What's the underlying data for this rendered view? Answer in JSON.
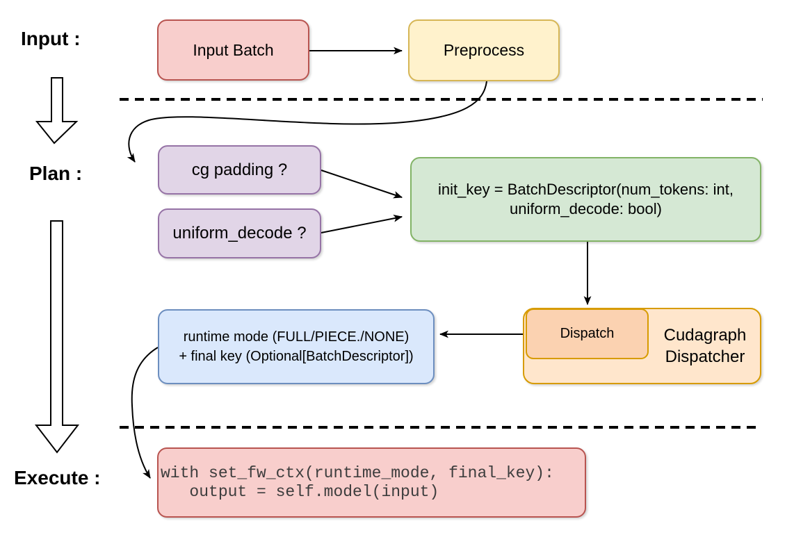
{
  "diagram": {
    "background": "#FFFFFF",
    "connector_color": "#000000",
    "sections": [
      {
        "id": "input",
        "label": "Input :"
      },
      {
        "id": "plan",
        "label": "Plan :"
      },
      {
        "id": "execute",
        "label": "Execute :"
      }
    ],
    "nodes": {
      "input_batch": {
        "label": "Input Batch",
        "fill": "#F8CECC",
        "stroke": "#B85450"
      },
      "preprocess": {
        "label": "Preprocess",
        "fill": "#FFF2CC",
        "stroke": "#D6B656"
      },
      "cg_padding": {
        "label": "cg padding ?",
        "fill": "#E1D5E7",
        "stroke": "#9673A6"
      },
      "uniform_decode": {
        "label": "uniform_decode ?",
        "fill": "#E1D5E7",
        "stroke": "#9673A6"
      },
      "init_key": {
        "line1": "init_key = BatchDescriptor(num_tokens: int,",
        "line2": "uniform_decode: bool)",
        "fill": "#D5E8D4",
        "stroke": "#82B366"
      },
      "dispatch": {
        "label": "Dispatch",
        "fill": "#FBD2B1",
        "stroke": "#D79B00"
      },
      "cudagraph_dispatcher": {
        "line1": "Cudagraph",
        "line2": "Dispatcher",
        "fill": "#FFE6CC",
        "stroke": "#D79B00"
      },
      "runtime_mode": {
        "line1": "runtime mode (FULL/PIECE./NONE)",
        "line2": "+ final key (Optional[BatchDescriptor])",
        "fill": "#DAE8FC",
        "stroke": "#6C8EBF"
      },
      "execute_code": {
        "line1": "with set_fw_ctx(runtime_mode, final_key):",
        "line2": "   output = self.model(input)",
        "fill": "#F8CECC",
        "stroke": "#B85450"
      }
    }
  }
}
